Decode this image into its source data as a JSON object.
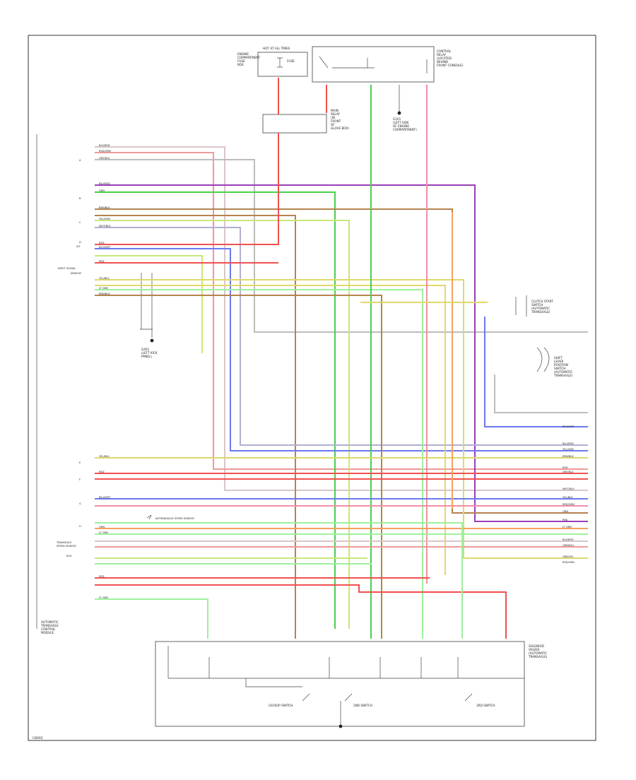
{
  "page_code": "C8002",
  "diagram": {
    "components": {
      "fuse_box": {
        "label": "HOT AT ALL TIMES"
      },
      "top_left_note": {
        "lines": [
          "ENGINE",
          "COMPARTMENT",
          "FUSE",
          "BOX"
        ]
      },
      "top_right_relay": {
        "lines": [
          "CONTROL",
          "RELAY",
          "(LOCATED",
          "BEHIND",
          "FRONT CONSOLE)"
        ]
      },
      "top_center_relay": {
        "lines": [
          "MAIN",
          "RELAY",
          "(IN",
          "FRONT",
          "OF",
          "GLOVE BOX)"
        ]
      },
      "ground_top": {
        "lines": [
          "G101",
          "(LEFT SIDE",
          "OF ENGINE",
          "COMPARTMENT)"
        ]
      },
      "ground_left": {
        "lines": [
          "G401",
          "(LEFT KICK",
          "PANEL)"
        ]
      },
      "right_conn_1": {
        "lines": [
          "CLUTCH START",
          "SWITCH",
          "(AUTOMATIC",
          "TRANSAXLE)"
        ]
      },
      "right_conn_2": {
        "lines": [
          "SHIFT",
          "LEVER",
          "POSITION",
          "SWITCH",
          "(AUTOMATIC",
          "TRANSAXLE)"
        ]
      },
      "bottom_box": {
        "lines": [
          "SOLENOID",
          "VALVES",
          "(AUTOMATIC",
          "TRANSAXLE)"
        ]
      },
      "bottom_switches": [
        "LOCKUP SWITCH",
        "2ND SWITCH",
        "3RD SWITCH"
      ],
      "bottom_left_note": {
        "lines": [
          "AUTOMATIC",
          "TRANSAXLE",
          "CONTROL",
          "MODULE"
        ]
      },
      "annotation": "W/TRANSAXLE SPEED SENSOR"
    },
    "left_side_labels": [
      "A",
      "B",
      "C",
      "D",
      "E",
      "F",
      "G",
      "H",
      "INPUT SIGNAL",
      "SENSOR",
      "TRANSAXLE",
      "SPEED SENSOR",
      "B18",
      "A/T"
    ],
    "wires": [
      {
        "name": "BLK/RED",
        "color": "#d8c7c7"
      },
      {
        "name": "RED/GRN",
        "color": "#ee9a9a"
      },
      {
        "name": "GRY/BLU",
        "color": "#bdbdbd"
      },
      {
        "name": "BLU/RED",
        "color": "#9a3fb6"
      },
      {
        "name": "GRN",
        "color": "#4ccf4c"
      },
      {
        "name": "BRN/BLK",
        "color": "#b5834f"
      },
      {
        "name": "YEL/GRN",
        "color": "#c7e879"
      },
      {
        "name": "WHT/BLK",
        "color": "#b0b0d0"
      },
      {
        "name": "YEL/BLK",
        "color": "#e0d86a"
      },
      {
        "name": "RED",
        "color": "#f05050"
      },
      {
        "name": "BLU/WHT",
        "color": "#6b78f0"
      },
      {
        "name": "LT GRN",
        "color": "#9ef09e"
      },
      {
        "name": "ORN",
        "color": "#f5a060"
      },
      {
        "name": "PNK",
        "color": "#f08fa8"
      }
    ],
    "right_edge_labels": [
      "BLU/WHT",
      "BLU/RED",
      "YEL/GRN",
      "BRN/BLK",
      "RED",
      "GRY/BLU",
      "WHT/BLK",
      "YEL/BLK",
      "RED/GRN",
      "ORN",
      "PNK",
      "LT GRN",
      "BLK/RED",
      "GRN/BLU",
      "GRN/YEL",
      "RED/GRN"
    ]
  }
}
